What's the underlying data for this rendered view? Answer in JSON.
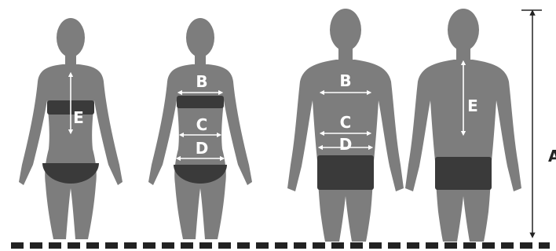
{
  "figures": [
    {
      "view": "back",
      "sex": "female"
    },
    {
      "view": "front",
      "sex": "female"
    },
    {
      "view": "front",
      "sex": "male"
    },
    {
      "view": "back",
      "sex": "male"
    }
  ],
  "labels": {
    "A": "A",
    "B": "B",
    "C": "C",
    "D": "D",
    "E": "E"
  },
  "colors": {
    "silhouette": "#7d7d7d",
    "garment": "#3a3a3a",
    "measure_line": "#ffffff",
    "height_line": "#222222",
    "floor_dash": "#222222",
    "background": "#ffffff"
  }
}
